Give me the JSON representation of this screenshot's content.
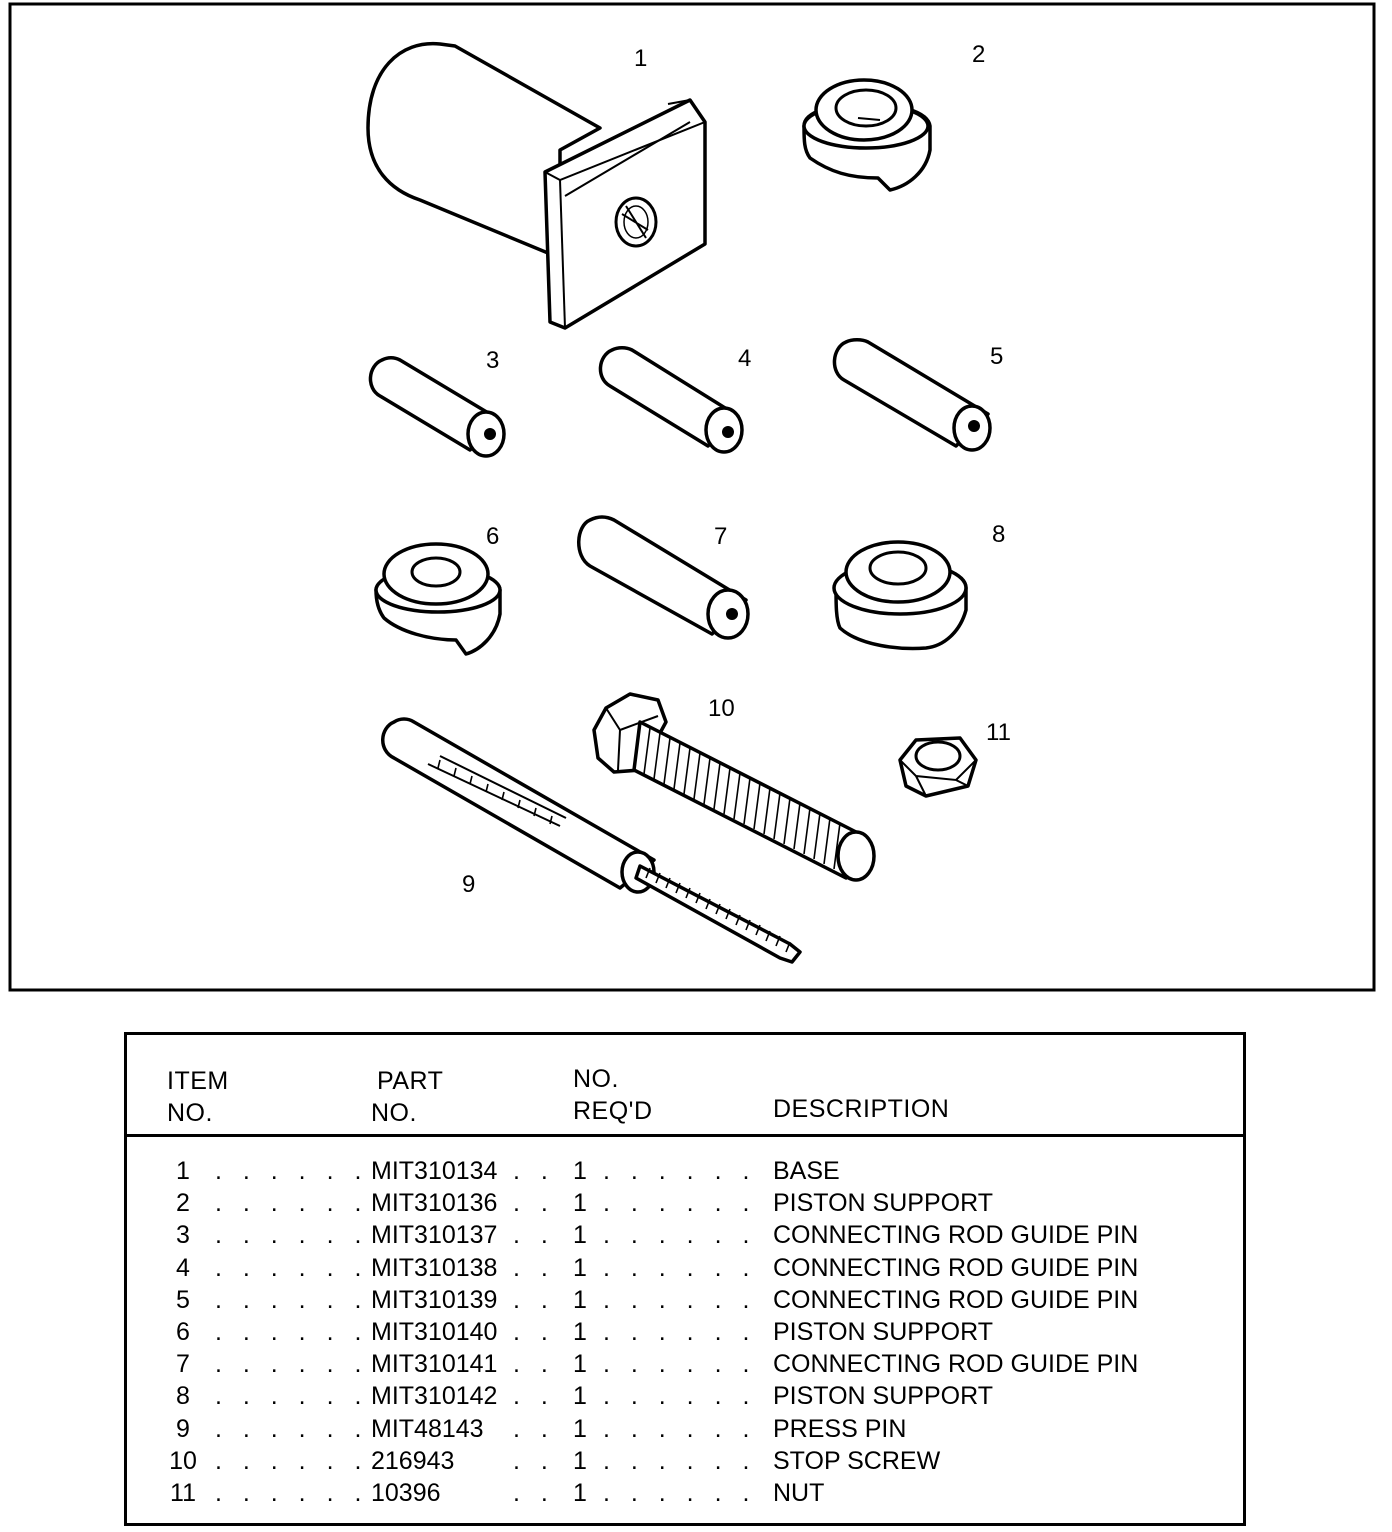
{
  "figure": {
    "callouts": [
      "1",
      "2",
      "3",
      "4",
      "5",
      "6",
      "7",
      "8",
      "9",
      "10",
      "11"
    ]
  },
  "table": {
    "headers": {
      "item_line1": "ITEM",
      "item_line2": "NO.",
      "part_line1": "PART",
      "part_line2": "NO.",
      "req_line1": "NO.",
      "req_line2": "REQ'D",
      "description": "DESCRIPTION"
    },
    "rows": [
      {
        "item": "1",
        "part": "MIT310134",
        "req": "1",
        "description": "BASE"
      },
      {
        "item": "2",
        "part": "MIT310136",
        "req": "1",
        "description": "PISTON SUPPORT"
      },
      {
        "item": "3",
        "part": "MIT310137",
        "req": "1",
        "description": "CONNECTING ROD GUIDE PIN"
      },
      {
        "item": "4",
        "part": "MIT310138",
        "req": "1",
        "description": "CONNECTING ROD GUIDE PIN"
      },
      {
        "item": "5",
        "part": "MIT310139",
        "req": "1",
        "description": "CONNECTING ROD GUIDE PIN"
      },
      {
        "item": "6",
        "part": "MIT310140",
        "req": "1",
        "description": "PISTON SUPPORT"
      },
      {
        "item": "7",
        "part": "MIT310141",
        "req": "1",
        "description": "CONNECTING ROD GUIDE PIN"
      },
      {
        "item": "8",
        "part": "MIT310142",
        "req": "1",
        "description": "PISTON SUPPORT"
      },
      {
        "item": "9",
        "part": "MIT48143",
        "req": "1",
        "description": "PRESS PIN"
      },
      {
        "item": "10",
        "part": "216943",
        "req": "1",
        "description": "STOP SCREW"
      },
      {
        "item": "11",
        "part": "10396",
        "req": "1",
        "description": "NUT"
      }
    ]
  }
}
